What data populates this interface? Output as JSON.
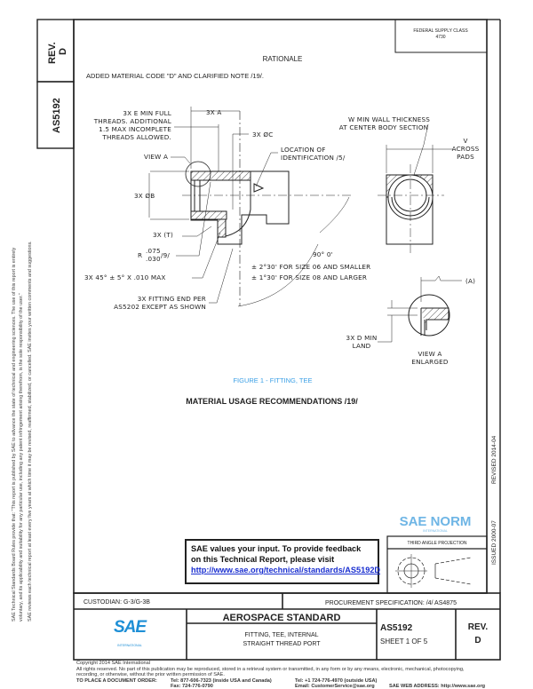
{
  "side_panel": {
    "rev_label": "REV.",
    "rev_value": "D",
    "doc_number": "AS5192"
  },
  "disclaimer": {
    "line1": "SAE Technical Standards Board Rules provide that: \"This report is published by SAE to advance the state of technical and engineering sciences. The use of this report is entirely",
    "line2": "voluntary, and its applicability and suitability for any particular use, including any patent infringement arising therefrom, is the sole responsibility of the user.\"",
    "line3": "SAE reviews each technical report at least every five years at which time it may be revised, reaffirmed, stabilized, or cancelled. SAE invites your written comments and suggestions."
  },
  "approval_box": {
    "line1": "FEDERAL SUPPLY CLASS",
    "line2": "4730"
  },
  "rationale": {
    "heading": "RATIONALE",
    "text": "ADDED MATERIAL CODE \"D\" AND CLARIFIED NOTE /19/."
  },
  "drawing": {
    "thread_note": [
      "3X E MIN FULL",
      "THREADS.  ADDITIONAL",
      "1.5 MAX INCOMPLETE",
      "THREADS ALLOWED."
    ],
    "dim_a": "3X  A",
    "dim_c": "3X  ØC",
    "view_a": "VIEW A",
    "location_note": [
      "LOCATION OF",
      "IDENTIFICATION /5/"
    ],
    "wall_note": [
      "W MIN WALL THICKNESS",
      "AT CENTER BODY SECTION"
    ],
    "across_pads": [
      "V",
      "ACROSS",
      "PADS"
    ],
    "dim_b": "3X  ØB",
    "dim_t": "3X (T)",
    "radius": {
      "prefix": "R",
      "upper": ".075",
      "lower": ".030",
      "note": "/9/"
    },
    "chamfer": "3X 45° ± 5°  X .010 MAX",
    "angle": "90° 0'",
    "tol_small": "± 2°30'  FOR SIZE 06 AND SMALLER",
    "tol_large": "± 1°30'  FOR SIZE 08 AND LARGER",
    "fitting_end": [
      "3X FITTING END PER",
      "AS5202 EXCEPT AS SHOWN"
    ],
    "datum_a": "(A)",
    "land_note": [
      "3X D MIN",
      "LAND"
    ],
    "view_a_enlarged": [
      "VIEW A",
      "ENLARGED"
    ]
  },
  "figure_caption": "FIGURE 1 - FITTING, TEE",
  "material_heading": "MATERIAL USAGE RECOMMENDATIONS /19/",
  "revision_strip": {
    "issued": "ISSUED   2000-07",
    "revised": "REVISED   2014-04"
  },
  "feedback": {
    "line1": "SAE values your input. To provide feedback",
    "line2": "on this Technical Report, please visit",
    "link": "http://www.sae.org/technical/standards/AS5192D"
  },
  "projection_label": "THIRD ANGLE PROJECTION",
  "custodian": "CUSTODIAN:  G-3/G-3B",
  "procurement": "PROCUREMENT SPECIFICATION: /4/ AS4875",
  "title_block": {
    "logo_text": "SAE",
    "logo_sub": "INTERNATIONAL",
    "category": "AEROSPACE STANDARD",
    "title_line1": "FITTING, TEE, INTERNAL",
    "title_line2": "STRAIGHT THREAD PORT",
    "doc_number": "AS5192",
    "sheet": "SHEET 1 OF 5",
    "rev_label": "REV.",
    "rev_value": "D",
    "brand_color": "#1e8fd6"
  },
  "footer": {
    "copyright": "Copyright 2014 SAE International",
    "rights": "All rights reserved. No part of this publication may be reproduced, stored in a retrieval system or transmitted, in any form or by any means, electronic, mechanical, photocopying,",
    "rights2": "recording, or otherwise, without the prior written permission of SAE.",
    "order_label": "TO PLACE A DOCUMENT ORDER:",
    "tel": "Tel:   877-606-7323 (inside USA and Canada)",
    "fax": "Fax:  724-776-0790",
    "tel_outside": "Tel:   +1 724-776-4970 (outside USA)",
    "email": "Email:  CustomerService@sae.org",
    "web": "SAE WEB ADDRESS:   http://www.sae.org"
  },
  "watermark": {
    "text": "SAE NORM",
    "sub": "INTERNATIONAL",
    "color": "#4aa3df"
  }
}
